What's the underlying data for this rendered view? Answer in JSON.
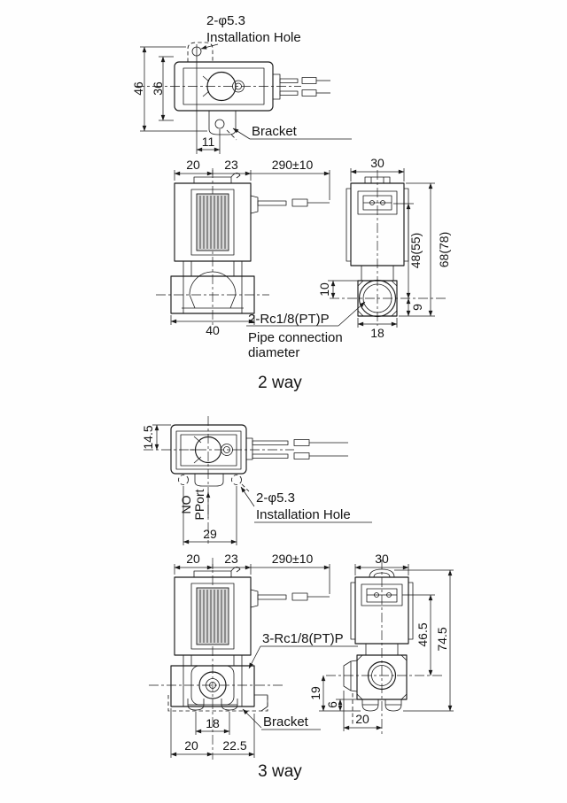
{
  "colors": {
    "line": "#1a1a1a",
    "rib_fill": "#d8d8d8",
    "background": "#fefefe"
  },
  "two_way": {
    "caption": "2 way",
    "top": {
      "d46": "46",
      "d36": "36",
      "d11": "11",
      "hole_dia": "2-φ5.3",
      "hole_txt": "Installation Hole",
      "bracket": "Bracket"
    },
    "front": {
      "d20": "20",
      "d23": "23",
      "d290": "290±10",
      "d40": "40",
      "port": "2-Rc1/8(PT)P",
      "pipe1": "Pipe connection",
      "pipe2": "diameter"
    },
    "side": {
      "d30": "30",
      "d48": "48(55)",
      "d68": "68(78)",
      "d10": "10",
      "d9": "9",
      "d18": "18"
    }
  },
  "three_way": {
    "caption": "3 way",
    "top": {
      "d145": "14.5",
      "d29": "29",
      "no": "NO",
      "pport": "PPort",
      "hole_dia": "2-φ5.3",
      "hole_txt": "Installation Hole"
    },
    "front": {
      "d20": "20",
      "d23": "23",
      "d290": "290±10",
      "d18": "18",
      "d20b": "20",
      "d225": "22.5",
      "port": "3-Rc1/8(PT)P",
      "bracket": "Bracket"
    },
    "side": {
      "d30": "30",
      "d465": "46.5",
      "d745": "74.5",
      "d19": "19",
      "d6": "6",
      "d20": "20"
    }
  }
}
